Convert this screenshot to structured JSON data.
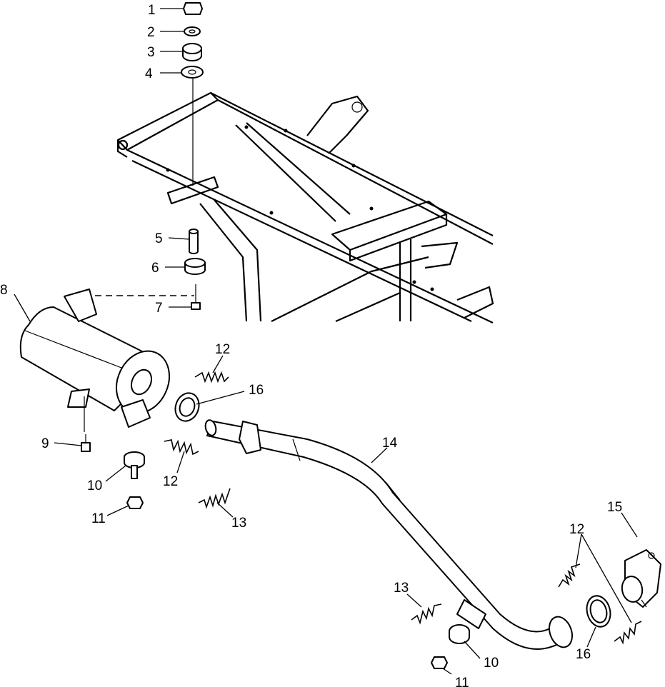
{
  "diagram": {
    "labels": {
      "p1": "1",
      "p2": "2",
      "p3": "3",
      "p4": "4",
      "p5": "5",
      "p6": "6",
      "p7": "7",
      "p8": "8",
      "p9": "9",
      "p10a": "10",
      "p10b": "10",
      "p11a": "11",
      "p11b": "11",
      "p12a": "12",
      "p12b": "12",
      "p12c": "12",
      "p13a": "13",
      "p13b": "13",
      "p14": "14",
      "p15": "15",
      "p16a": "16",
      "p16b": "16"
    }
  }
}
